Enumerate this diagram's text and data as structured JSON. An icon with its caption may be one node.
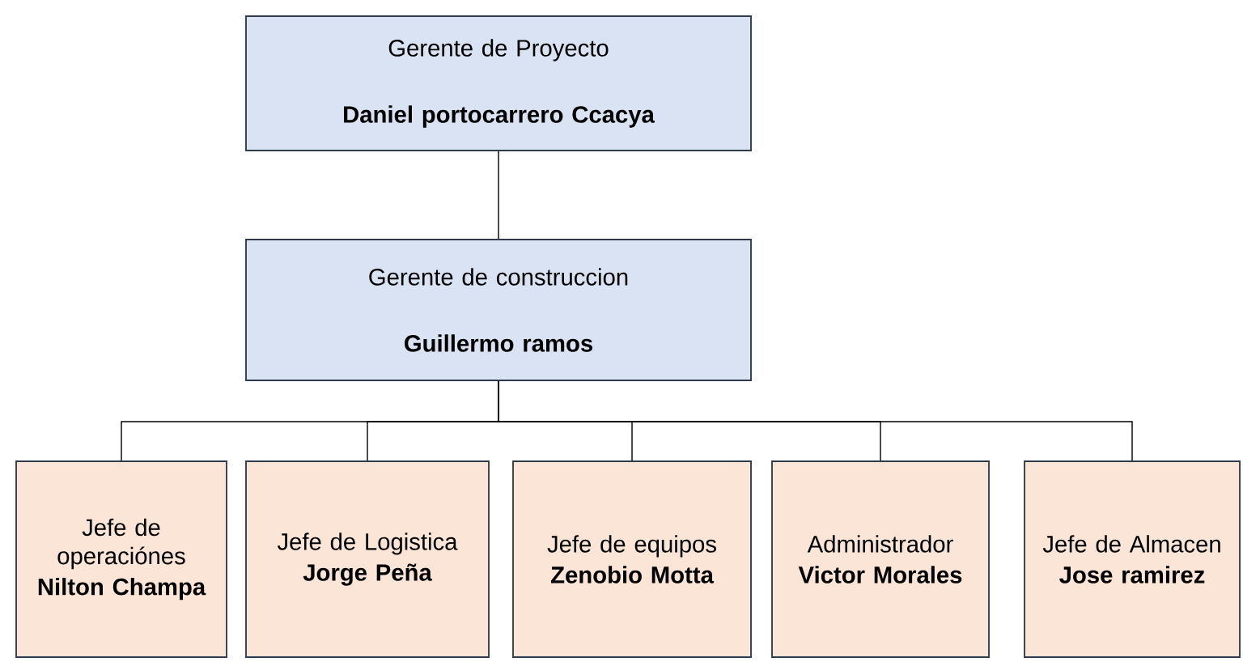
{
  "diagram": {
    "nodes": [
      {
        "text": [
          "Gerente de Proyecto",
          "Daniel portocarrero Ccacya"
        ]
      },
      {
        "text": [
          "Gerente de construccion",
          "Guillermo ramos"
        ]
      },
      {
        "text": [
          "Jefe de operaciónes",
          "Nilton Champa"
        ]
      },
      {
        "text": [
          "Jefe de Logistica",
          "Jorge Peña"
        ]
      },
      {
        "text": [
          "Jefe de equipos",
          "Zenobio Motta"
        ]
      },
      {
        "text": [
          "Administrador",
          "Victor Morales"
        ]
      },
      {
        "text": [
          "Jefe de Almacen",
          "Jose ramirez"
        ]
      }
    ],
    "edges": [
      {
        "from": 0,
        "to": 1,
        "arrow": "none"
      },
      {
        "from": 1,
        "to": 2,
        "arrow": "none"
      },
      {
        "from": 1,
        "to": 3,
        "arrow": "none"
      },
      {
        "from": 1,
        "to": 4,
        "arrow": "none"
      },
      {
        "from": 1,
        "to": 5,
        "arrow": "none"
      },
      {
        "from": 1,
        "to": 6,
        "arrow": "none"
      }
    ]
  }
}
